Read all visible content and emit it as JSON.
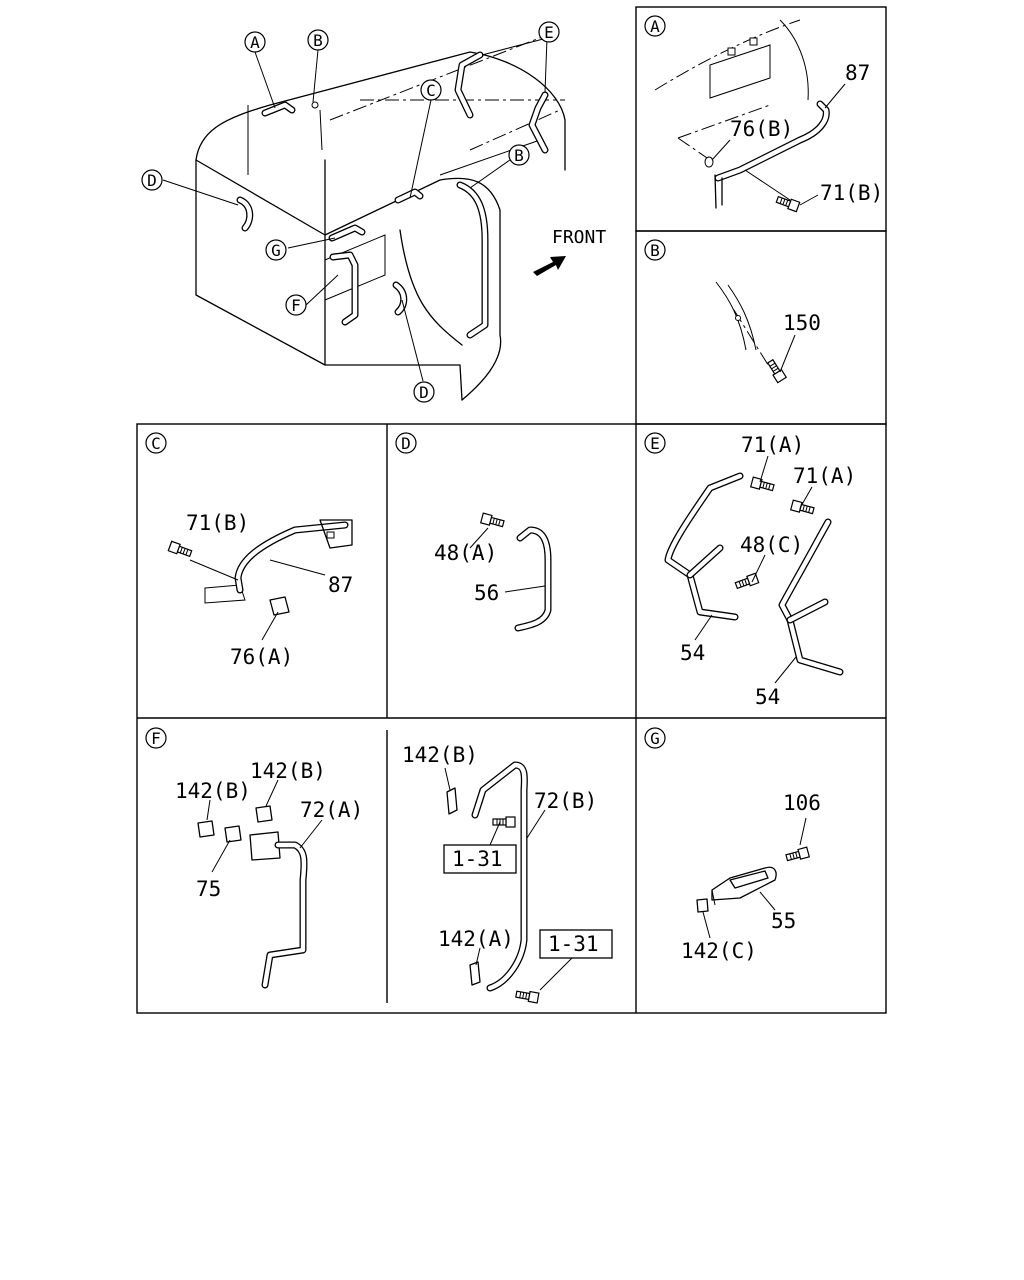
{
  "main_view": {
    "callouts": [
      "A",
      "B",
      "C",
      "D",
      "E",
      "F",
      "G",
      "B",
      "D"
    ],
    "front_label": "FRONT"
  },
  "panels": {
    "A": {
      "key": "A",
      "parts": [
        "87",
        "76(B)",
        "71(B)"
      ]
    },
    "B": {
      "key": "B",
      "parts": [
        "150"
      ]
    },
    "C": {
      "key": "C",
      "parts": [
        "71(B)",
        "87",
        "76(A)"
      ]
    },
    "D": {
      "key": "D",
      "parts": [
        "48(A)",
        "56"
      ]
    },
    "E": {
      "key": "E",
      "parts": [
        "71(A)",
        "71(A)",
        "48(C)",
        "54",
        "54"
      ]
    },
    "F": {
      "key": "F",
      "parts": [
        "142(B)",
        "142(B)",
        "72(A)",
        "75"
      ]
    },
    "F2": {
      "parts": [
        "142(B)",
        "72(B)",
        "1-31",
        "142(A)",
        "1-31"
      ]
    },
    "G": {
      "key": "G",
      "parts": [
        "106",
        "55",
        "142(C)"
      ]
    }
  },
  "icons": [
    "front-arrow-icon"
  ]
}
